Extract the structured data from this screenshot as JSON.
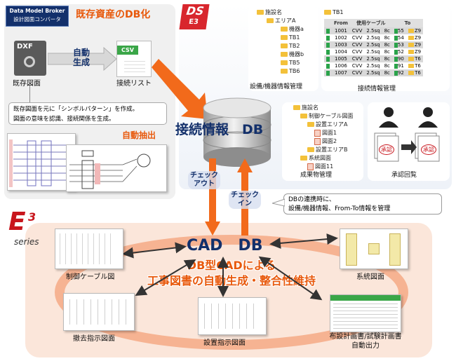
{
  "badge": {
    "line1": "Data Model Broker",
    "line2": "設計図面コンバータ"
  },
  "heading_db_conversion": "既存資産のDB化",
  "ds_logo": {
    "top": "DS",
    "bottom": "E3"
  },
  "dxf": {
    "tag": "DXF",
    "caption": "既存図面"
  },
  "auto_gen": {
    "line1": "自動",
    "line2": "生成"
  },
  "csv": {
    "tag": "CSV",
    "caption": "接続リスト"
  },
  "extract_note": {
    "line1": "既存図面を元に「シンボルパターン」を作成。",
    "line2": "図面の意味を認識、接続関係を生成。"
  },
  "auto_extract": "自動抽出",
  "equipment_tree": {
    "items": [
      "施設名",
      "エリアA",
      "機器a",
      "TB1",
      "TB2",
      "機器b",
      "TB5",
      "TB6"
    ],
    "caption": "設備/機器情報管理"
  },
  "connection_table": {
    "title": "TB1",
    "headers": [
      "From",
      "使用ケーブル",
      "To"
    ],
    "rows": [
      {
        "from": "1001",
        "cable": "CVV",
        "size": "2.5sq",
        "core": "8c",
        "to_num": "55",
        "to_dev": "Z9"
      },
      {
        "from": "1002",
        "cable": "CVV",
        "size": "2.5sq",
        "core": "8c",
        "to_num": "54",
        "to_dev": "Z9"
      },
      {
        "from": "1003",
        "cable": "CVV",
        "size": "2.5sq",
        "core": "8c",
        "to_num": "53",
        "to_dev": "Z9"
      },
      {
        "from": "1004",
        "cable": "CVV",
        "size": "2.5sq",
        "core": "8c",
        "to_num": "52",
        "to_dev": "Z9"
      },
      {
        "from": "1005",
        "cable": "CVV",
        "size": "2.5sq",
        "core": "8c",
        "to_num": "90",
        "to_dev": "T6"
      },
      {
        "from": "1006",
        "cable": "CVV",
        "size": "2.5sq",
        "core": "8c",
        "to_num": "91",
        "to_dev": "T6"
      },
      {
        "from": "1007",
        "cable": "CVV",
        "size": "2.5sq",
        "core": "8c",
        "to_num": "92",
        "to_dev": "T6"
      }
    ],
    "caption": "接続情報管理"
  },
  "connection_db": "接続情報　DB",
  "deliverable_tree": {
    "items": [
      "施設名",
      "制御ケーブル図面",
      "設置エリアA",
      "図面1",
      "図面2",
      "設置エリアB",
      "系統図面",
      "図面11"
    ],
    "caption": "成果物管理"
  },
  "approval": {
    "stamp": "承認",
    "caption": "承認回覧"
  },
  "checkout": {
    "line1": "チェック",
    "line2": "アウト"
  },
  "checkin": {
    "line1": "チェック",
    "line2": "イン"
  },
  "db_note": {
    "line1": "DBの連携時に、",
    "line2": "設備/機器情報、From-To情報を管理"
  },
  "e3_logo": {
    "mark": "E",
    "sup": "3",
    "sub": "series"
  },
  "cad_db": "CAD　DB",
  "slogan": {
    "line1": "DB型CADによる",
    "line2": "工事図書の自動生成・整合性維持"
  },
  "outputs": {
    "control_cable": "制御ケーブル図",
    "system_drawing": "系統図面",
    "removal": "撤去指示図面",
    "install": "設置指示図面",
    "layout_plan_line1": "布設計画書/試験計画書",
    "layout_plan_line2": "自動出力"
  },
  "colors": {
    "accent_orange": "#e8590c",
    "arrow_orange": "#f26a1b",
    "badge_navy": "#13306b",
    "ds_red": "#d8262d",
    "e3_red": "#c8161d",
    "green_tag": "#3aa648"
  }
}
